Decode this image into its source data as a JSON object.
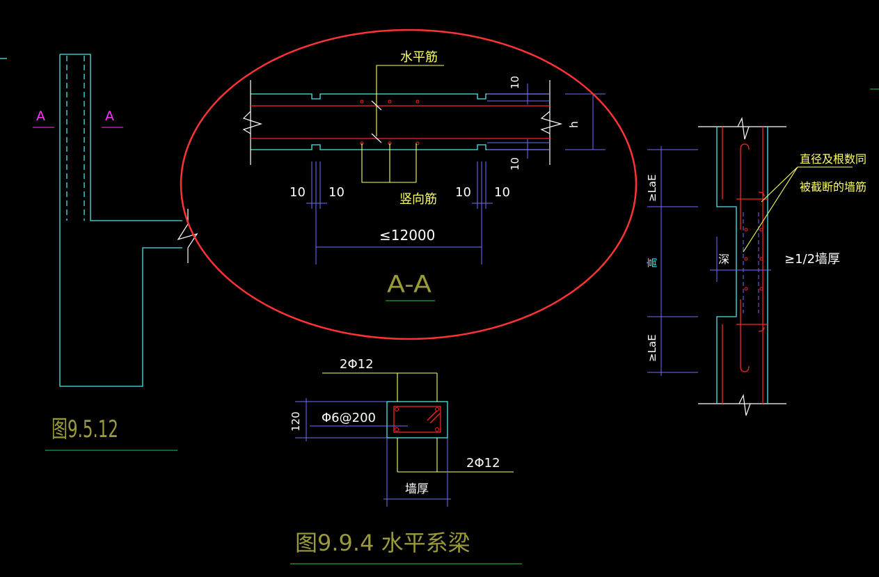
{
  "labels": {
    "section_a_left": "A",
    "section_a_right": "A",
    "horizontal_bar": "水平筋",
    "vertical_bar": "竖向筋",
    "dim_10_top": "10",
    "dim_10_bottom": "10",
    "dim_h": "h",
    "dim_10_a": "10",
    "dim_10_b": "10",
    "dim_10_c": "10",
    "dim_10_d": "10",
    "span_limit": "≤12000",
    "section_title": "A-A",
    "fig_9_5_12": "图9.5.12",
    "bar_top": "2Φ12",
    "stirrup": "Φ6@200",
    "dim_120": "120",
    "bar_bottom": "2Φ12",
    "wall_thickness": "墙厚",
    "fig_9_9_4": "图9.9.4  水平系梁",
    "note_line1": "直径及根数同",
    "note_line2": "被截断的墙筋",
    "lae_top": "≥LaE",
    "height": "高",
    "depth": "深",
    "half_wall": "≥1/2墙厚",
    "lae_bottom": "≥LaE"
  },
  "colors": {
    "background": "#000000",
    "wall_outline": "#4ee6e6",
    "rebar": "#ff2222",
    "leader": "#ffff66",
    "dimension": "#6f6fff",
    "highlight_ellipse": "#ff3333",
    "underline": "#22cc44"
  }
}
